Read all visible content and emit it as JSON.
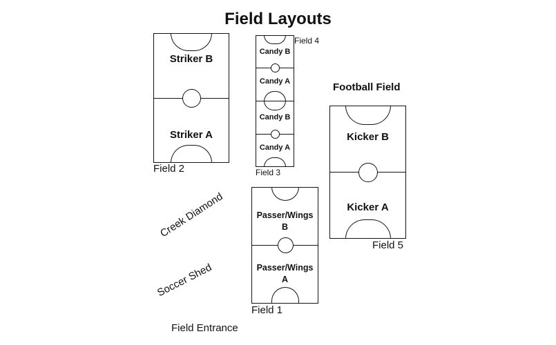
{
  "title": "Field Layouts",
  "football_field_label": "Football Field",
  "fields": {
    "field1": {
      "name": "Field 1",
      "top_zone": "Passer/Wings\nB",
      "bottom_zone": "Passer/Wings\nA"
    },
    "field2": {
      "name": "Field 2",
      "top_zone": "Striker B",
      "bottom_zone": "Striker A"
    },
    "field3": {
      "name": "Field 3",
      "top_zone": "Candy B",
      "bottom_zone": "Candy A"
    },
    "field4": {
      "name": "Field 4",
      "top_zone": "Candy B",
      "bottom_zone": "Candy A"
    },
    "field5": {
      "name": "Field 5",
      "top_zone": "Kicker B",
      "bottom_zone": "Kicker A"
    }
  },
  "landmarks": {
    "creek_diamond": "Creek Diamond",
    "soccer_shed": "Soccer Shed",
    "field_entrance": "Field Entrance"
  }
}
